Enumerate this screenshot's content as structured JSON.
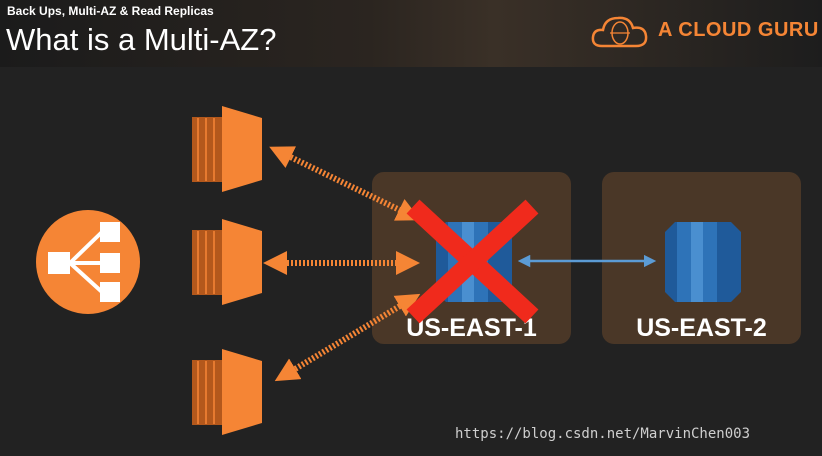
{
  "header": {
    "subtitle": "Back Ups, Multi-AZ & Read Replicas",
    "title": "What is a Multi-AZ?",
    "brand": "A CLOUD GURU"
  },
  "diagram": {
    "zones": [
      {
        "label": "US-EAST-1",
        "state": "failed"
      },
      {
        "label": "US-EAST-2",
        "state": "standby"
      }
    ],
    "instances": [
      "ec2-instance",
      "ec2-instance",
      "ec2-instance"
    ],
    "load_balancer": "load-balancer-icon",
    "database": "rds-database-icon"
  },
  "colors": {
    "accent": "#f58535",
    "zone_box": "#4a3727",
    "db_blue": "#2e73b8",
    "cross": "#f02a1c",
    "link": "#5b9bd5"
  },
  "watermark": "https://blog.csdn.net/MarvinChen003"
}
